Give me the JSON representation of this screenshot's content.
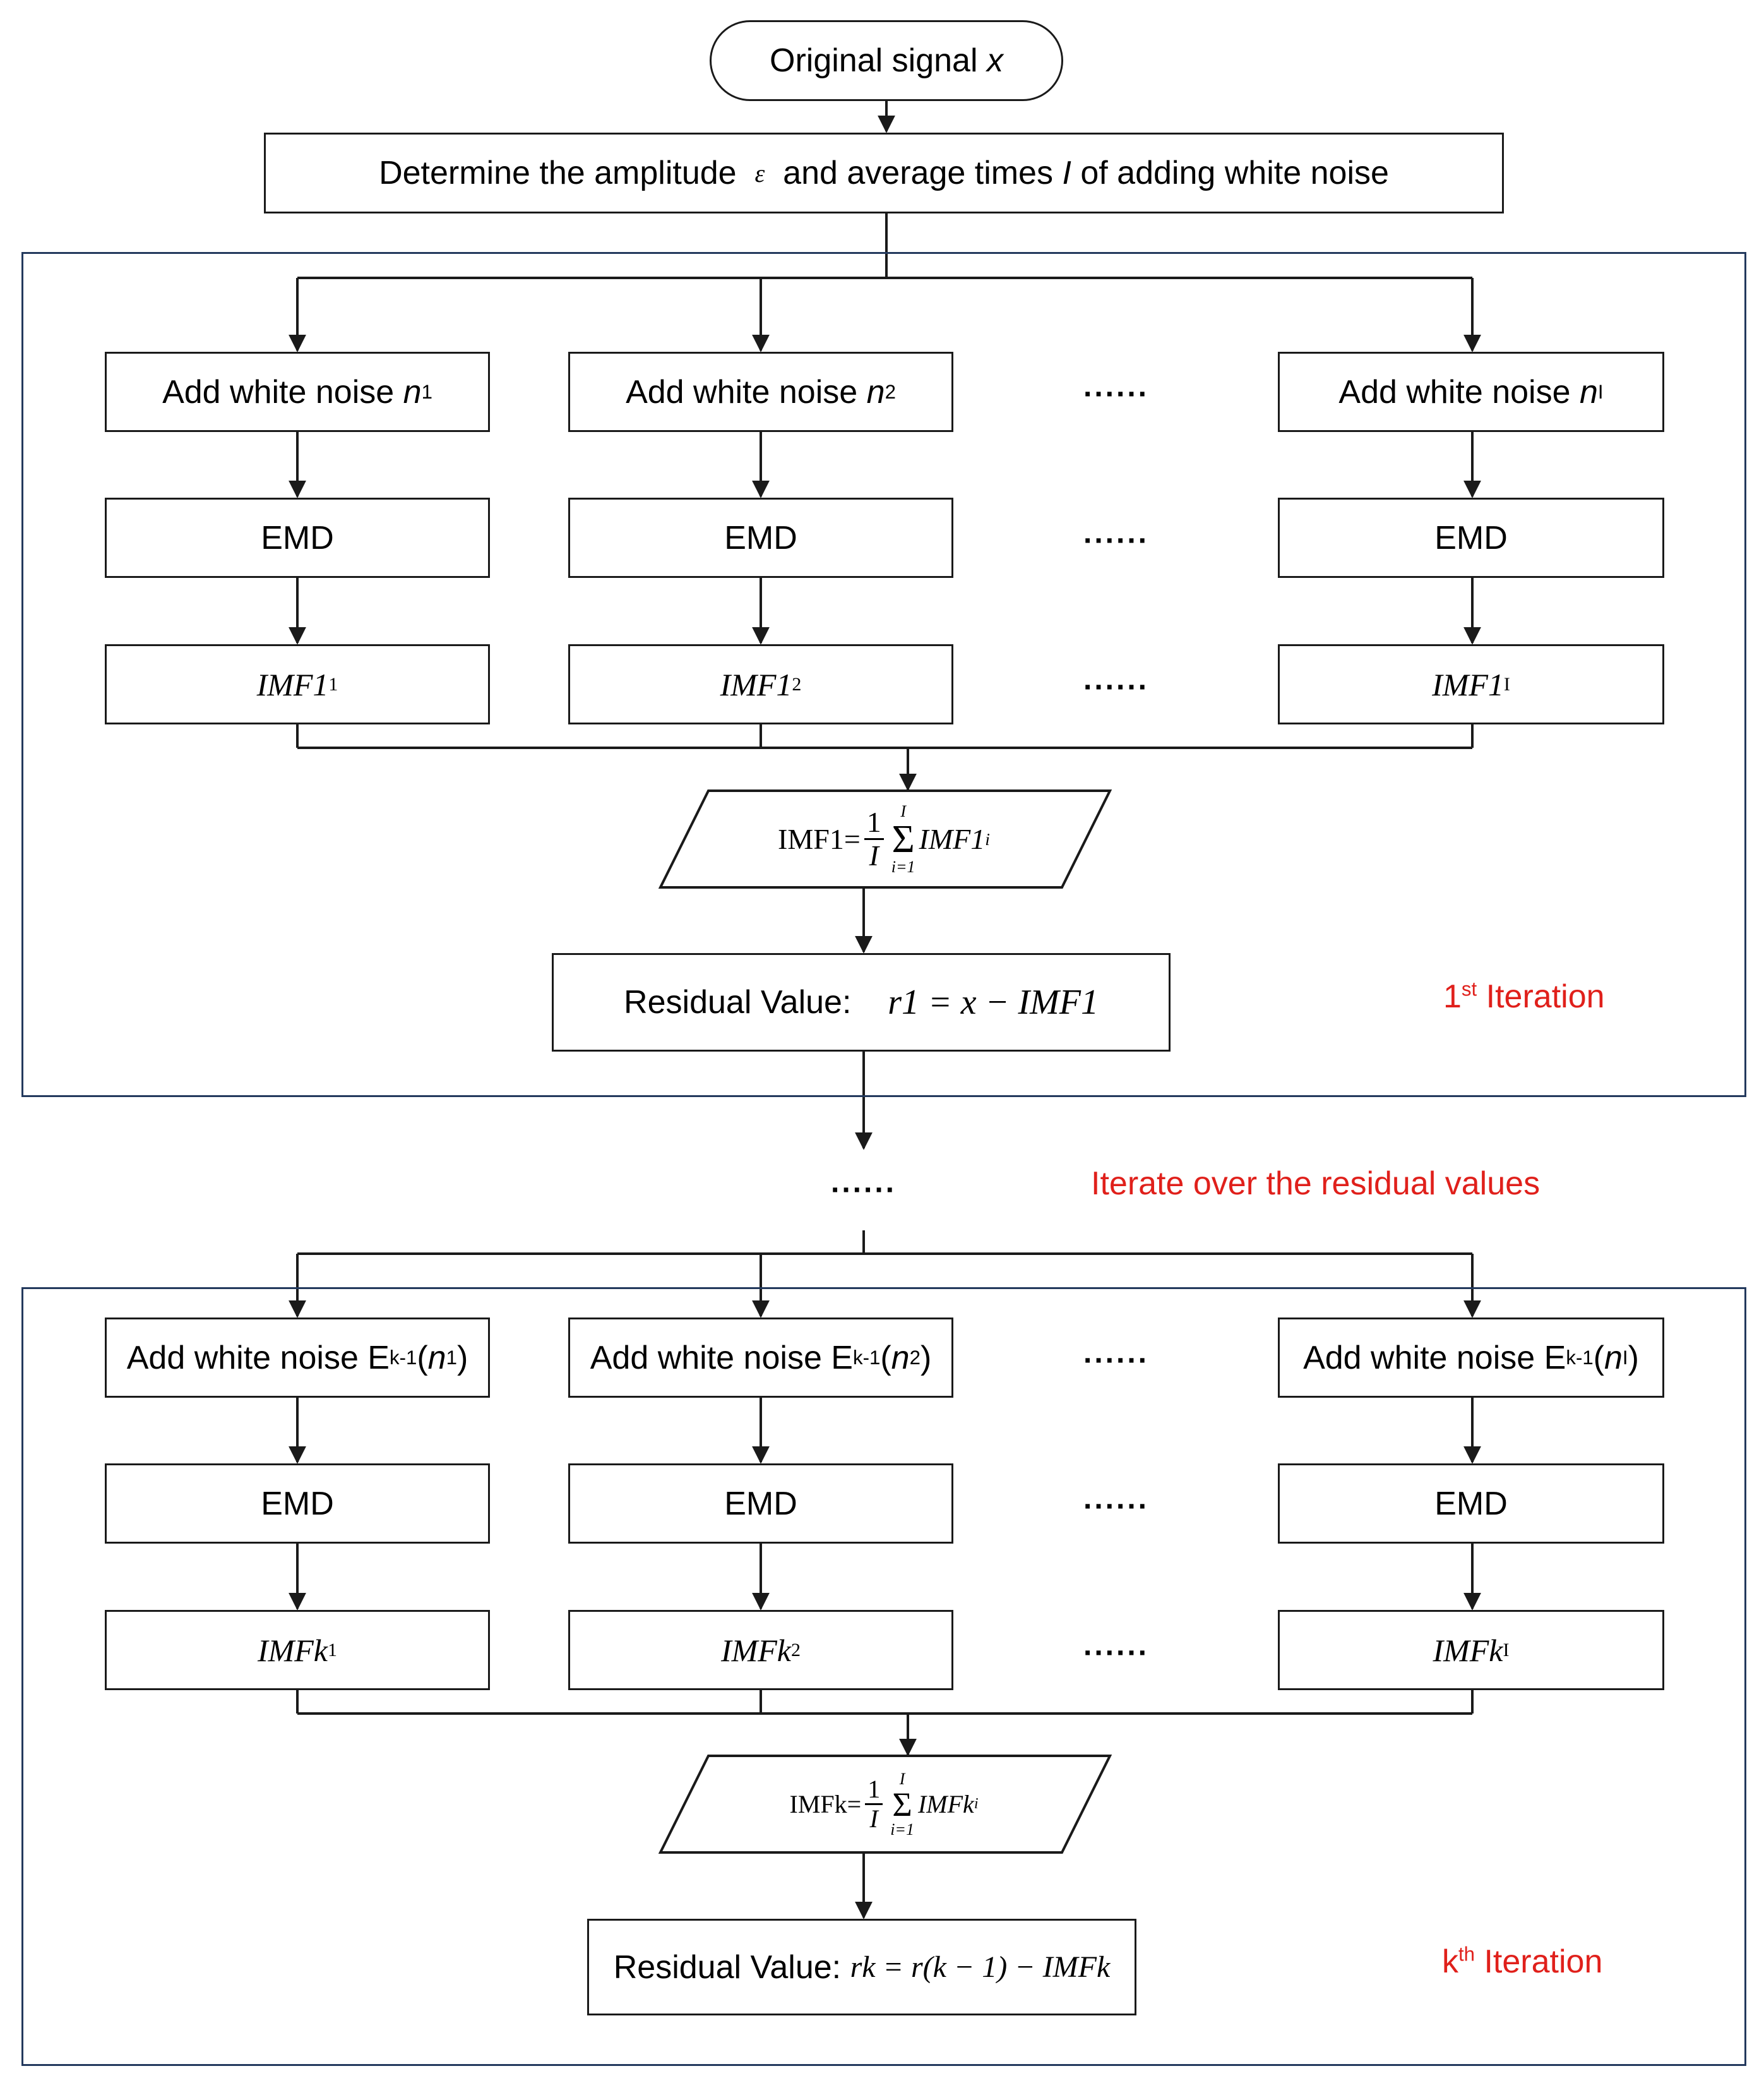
{
  "start": {
    "label_prefix": "Original signal",
    "var": "x"
  },
  "determine": {
    "prefix": "Determine the amplitude",
    "eps": "ε",
    "middle": "and average times",
    "I": "I",
    "suffix": "of adding white noise"
  },
  "dots": "......",
  "iteration1": {
    "columns": [
      {
        "noise_prefix": "Add white noise",
        "n": "n",
        "n_sub": "1",
        "emd": "EMD",
        "imf": "IMF1",
        "imf_sub": "1"
      },
      {
        "noise_prefix": "Add white noise",
        "n": "n",
        "n_sub": "2",
        "emd": "EMD",
        "imf": "IMF1",
        "imf_sub": "2"
      },
      {
        "noise_prefix": "Add white noise",
        "n": "n",
        "n_sub": "I",
        "emd": "EMD",
        "imf": "IMF1",
        "imf_sub": "I"
      }
    ],
    "avg_formula": {
      "lhs": "IMF1=",
      "num": "1",
      "den": "I",
      "sum_top": "I",
      "sum_bot": "i=1",
      "term": "IMF1",
      "term_sub": "i"
    },
    "residual": {
      "label": "Residual Value:",
      "formula": "r1 = x − IMF1"
    },
    "tag": {
      "number": "1",
      "sup": "st",
      "word": "Iteration"
    }
  },
  "iterate_label": "Iterate over the residual values",
  "iterationk": {
    "columns": [
      {
        "noise_prefix": "Add white noise E",
        "e_sub": "k-1",
        "n": "n",
        "n_sub": "1",
        "emd": "EMD",
        "imf": "IMFk",
        "imf_sub": "1"
      },
      {
        "noise_prefix": "Add white noise E",
        "e_sub": "k-1",
        "n": "n",
        "n_sub": "2",
        "emd": "EMD",
        "imf": "IMFk",
        "imf_sub": "2"
      },
      {
        "noise_prefix": "Add white noise E",
        "e_sub": "k-1",
        "n": "n",
        "n_sub": "I",
        "emd": "EMD",
        "imf": "IMFk",
        "imf_sub": "I"
      }
    ],
    "avg_formula": {
      "lhs": "IMFk=",
      "num": "1",
      "den": "I",
      "sum_top": "I",
      "sum_bot": "i=1",
      "term": "IMFk",
      "term_sub": "i"
    },
    "residual": {
      "label": "Residual Value:",
      "formula": "rk = r(k − 1) − IMFk"
    },
    "tag": {
      "number": "k",
      "sup": "th",
      "word": "Iteration"
    }
  },
  "colors": {
    "stroke": "#1a1a1a",
    "frame": "#23395d",
    "accent": "#e0201b"
  }
}
